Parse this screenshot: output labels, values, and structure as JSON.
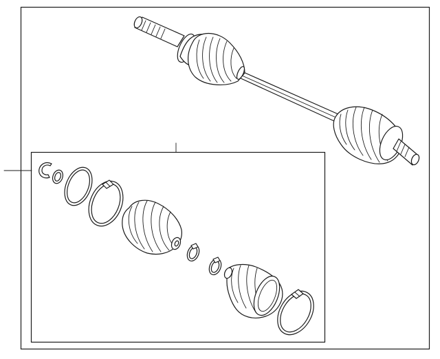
{
  "diagram": {
    "colors": {
      "line": "#1a1a1a",
      "background": "#ffffff"
    },
    "parts": [
      "axle-shaft-assembly",
      "snap-ring",
      "stop-ring",
      "retaining-ring",
      "boot-clamp-large-inner",
      "inner-cv-boot",
      "boot-clamp-small-inner",
      "boot-clamp-small-outer",
      "outer-cv-boot",
      "boot-clamp-large-outer"
    ]
  }
}
